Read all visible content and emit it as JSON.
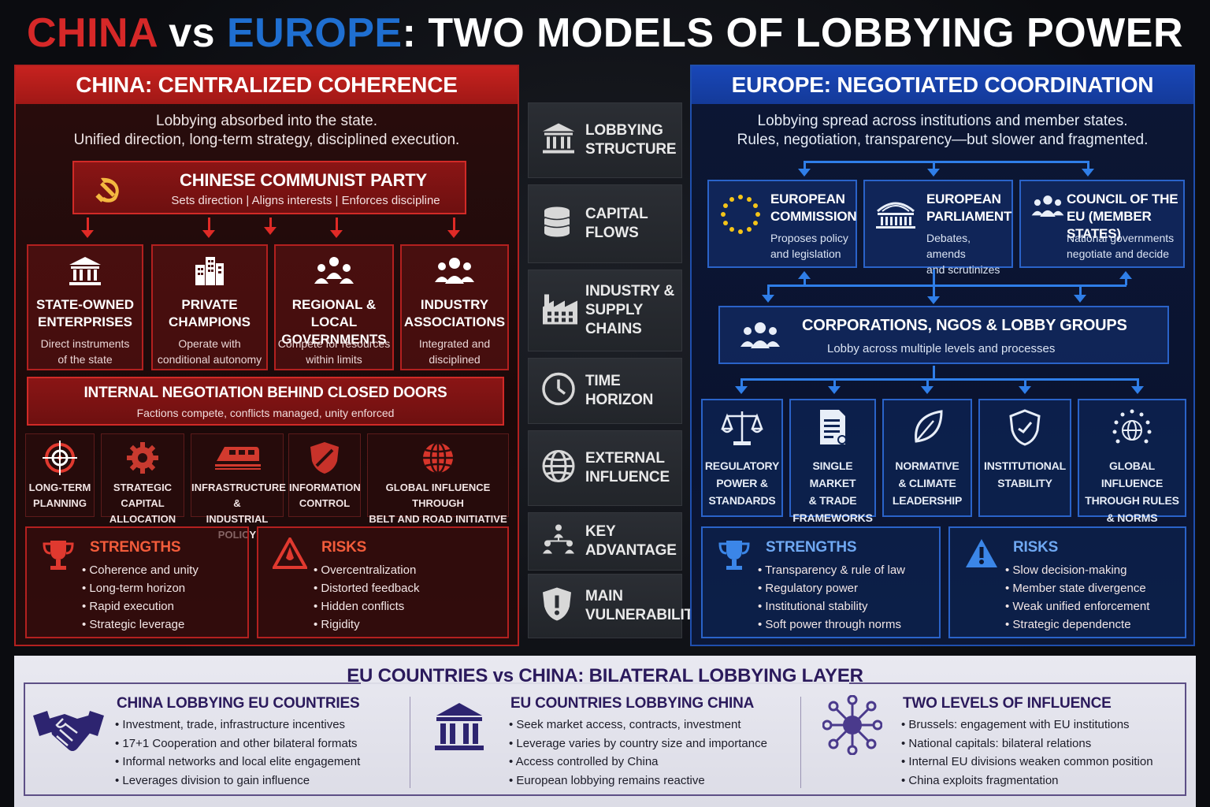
{
  "title": {
    "part1": "CHINA",
    "part2": "vs",
    "part3": "EUROPE",
    "part4": ": TWO MODELS OF LOBBYING POWER"
  },
  "china": {
    "header": "CHINA: CENTRALIZED COHERENCE",
    "subtitle_line1": "Lobbying absorbed into the state.",
    "subtitle_line2": "Unified direction, long-term strategy, disciplined execution.",
    "party": {
      "title": "CHINESE COMMUNIST PARTY",
      "desc": "Sets direction | Aligns interests | Enforces discipline",
      "icon": "hammer-sickle-icon"
    },
    "actors": [
      {
        "title1": "STATE-OWNED",
        "title2": "ENTERPRISES",
        "desc1": "Direct instruments",
        "desc2": "of the state",
        "icon": "institution-icon"
      },
      {
        "title1": "PRIVATE",
        "title2": "CHAMPIONS",
        "desc1": "Operate with",
        "desc2": "conditional autonomy",
        "icon": "buildings-icon"
      },
      {
        "title1": "REGIONAL & LOCAL",
        "title2": "GOVERNMENTS",
        "desc1": "Compete for resources",
        "desc2": "within limits",
        "icon": "people-icon"
      },
      {
        "title1": "INDUSTRY",
        "title2": "ASSOCIATIONS",
        "desc1": "Integrated and",
        "desc2": "disciplined",
        "icon": "group-icon"
      }
    ],
    "internal": {
      "title": "INTERNAL NEGOTIATION BEHIND CLOSED DOORS",
      "desc": "Factions compete, conflicts managed, unity enforced"
    },
    "tools": [
      {
        "line1": "LONG-TERM",
        "line2": "PLANNING",
        "icon": "target-icon"
      },
      {
        "line1": "STRATEGIC CAPITAL",
        "line2": "ALLOCATION",
        "icon": "gear-icon"
      },
      {
        "line1": "INFRASTRUCTURE &",
        "line2": "INDUSTRIAL POLICY",
        "icon": "train-icon"
      },
      {
        "line1": "INFORMATION",
        "line2": "CONTROL",
        "icon": "shield-icon"
      },
      {
        "line1": "GLOBAL INFLUENCE THROUGH",
        "line2": "BELT AND ROAD INITIATIVE",
        "icon": "globe-icon"
      }
    ],
    "strengths": {
      "title": "STRENGTHS",
      "items": [
        "Coherence and unity",
        "Long-term horizon",
        "Rapid execution",
        "Strategic leverage"
      ]
    },
    "risks": {
      "title": "RISKS",
      "items": [
        "Overcentralization",
        "Distorted feedback",
        "Hidden conflicts",
        "Rigidity"
      ]
    }
  },
  "middle": [
    {
      "line1": "LOBBYING",
      "line2": "STRUCTURE",
      "icon": "institution-icon"
    },
    {
      "line1": "CAPITAL",
      "line2": "FLOWS",
      "icon": "coins-icon"
    },
    {
      "line1": "INDUSTRY &",
      "line2": "SUPPLY CHAINS",
      "icon": "factory-icon"
    },
    {
      "line1": "TIME HORIZON",
      "line2": "",
      "icon": "clock-icon"
    },
    {
      "line1": "EXTERNAL",
      "line2": "INFLUENCE",
      "icon": "globe-icon"
    },
    {
      "line1": "KEY",
      "line2": "ADVANTAGE",
      "icon": "hierarchy-icon"
    },
    {
      "line1": "MAIN",
      "line2": "VULNERABILITY",
      "icon": "shield-alert-icon"
    }
  ],
  "europe": {
    "header": "EUROPE: NEGOTIATED COORDINATION",
    "subtitle_line1": "Lobbying spread across institutions and member states.",
    "subtitle_line2": "Rules, negotiation, transparency—but slower and fragmented.",
    "institutions": [
      {
        "title1": "EUROPEAN",
        "title2": "COMMISSION",
        "desc1": "Proposes policy",
        "desc2": "and legislation",
        "icon": "eu-stars-icon"
      },
      {
        "title1": "EUROPEAN",
        "title2": "PARLIAMENT",
        "desc1": "Debates, amends",
        "desc2": "and scrutinizes",
        "icon": "parliament-icon"
      },
      {
        "title1": "COUNCIL OF THE",
        "title2": "EU (MEMBER STATES)",
        "desc1": "National governments",
        "desc2": "negotiate and decide",
        "icon": "group-icon"
      }
    ],
    "corp": {
      "title": "CORPORATIONS, NGOS & LOBBY GROUPS",
      "desc": "Lobby across multiple levels and processes",
      "icon": "group-icon"
    },
    "tools": [
      {
        "line1": "REGULATORY",
        "line2": "POWER &",
        "line3": "STANDARDS",
        "icon": "scales-icon"
      },
      {
        "line1": "SINGLE MARKET",
        "line2": "& TRADE",
        "line3": "FRAMEWORKS",
        "icon": "document-icon"
      },
      {
        "line1": "NORMATIVE",
        "line2": "& CLIMATE",
        "line3": "LEADERSHIP",
        "icon": "leaf-icon"
      },
      {
        "line1": "INSTITUTIONAL",
        "line2": "STABILITY",
        "line3": "",
        "icon": "shield-check-icon"
      },
      {
        "line1": "GLOBAL INFLUENCE",
        "line2": "THROUGH RULES",
        "line3": "& NORMS",
        "icon": "globe-stars-icon"
      }
    ],
    "strengths": {
      "title": "STRENGTHS",
      "items": [
        "Transparency & rule of law",
        "Regulatory power",
        "Institutional stability",
        "Soft power through norms"
      ]
    },
    "risks": {
      "title": "RISKS",
      "items": [
        "Slow decision-making",
        "Member state divergence",
        "Weak unified enforcement",
        "Strategic dependencte"
      ]
    }
  },
  "bottom": {
    "title": "EU COUNTRIES vs CHINA: BILATERAL LOBBYING LAYER",
    "columns": [
      {
        "title": "CHINA LOBBYING EU COUNTRIES",
        "icon": "handshake-icon",
        "items": [
          "Investment, trade, infrastructure incentives",
          "17+1 Cooperation and other bilateral formats",
          "Informal networks and local elite engagement",
          "Leverages division to gain influence"
        ]
      },
      {
        "title": "EU COUNTRIES LOBBYING CHINA",
        "icon": "institution-icon",
        "items": [
          "Seek market access, contracts, investment",
          "Leverage varies by country size and importance",
          "Access controlled by China",
          "European lobbying remains reactive"
        ]
      },
      {
        "title": "TWO LEVELS OF INFLUENCE",
        "icon": "network-icon",
        "items": [
          "Brussels: engagement with EU institutions",
          "National capitals: bilateral relations",
          "Internal EU divisions weaken common position",
          "China exploits fragmentation"
        ]
      }
    ]
  },
  "colors": {
    "china_red": "#d62828",
    "europe_blue": "#1f6fd1",
    "bottom_purple": "#2b1a5c"
  }
}
